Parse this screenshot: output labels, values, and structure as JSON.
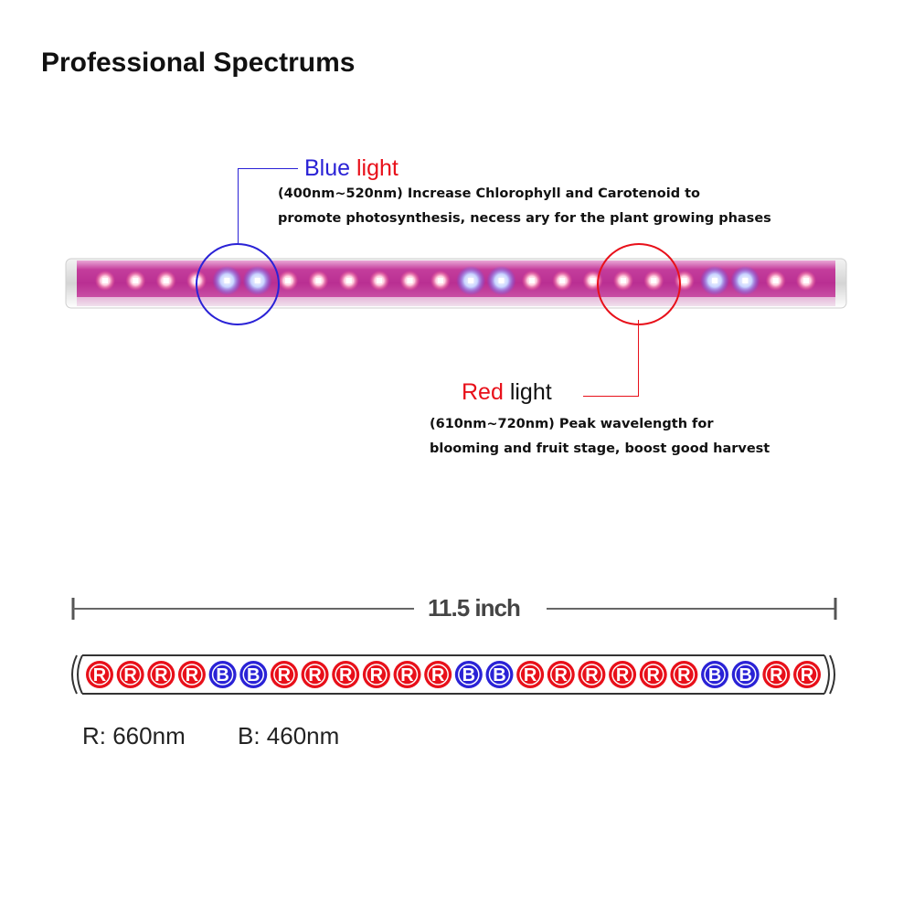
{
  "title": "Professional Spectrums",
  "blue_callout": {
    "word1": "Blue",
    "word2": "light",
    "line1": "(400nm~520nm) Increase Chlorophyll and Carotenoid to",
    "line2": "promote photosynthesis, necess ary for the plant growing phases"
  },
  "red_callout": {
    "word1": "Red",
    "word2": "light",
    "line1": "(610nm~720nm) Peak wavelength for",
    "line2": "blooming and fruit stage, boost good harvest"
  },
  "dimension": "11.5 inch",
  "led_sequence": [
    "R",
    "R",
    "R",
    "R",
    "B",
    "B",
    "R",
    "R",
    "R",
    "R",
    "R",
    "R",
    "B",
    "B",
    "R",
    "R",
    "R",
    "R",
    "R",
    "R",
    "B",
    "B",
    "R",
    "R"
  ],
  "legend": {
    "red": "R: 660nm",
    "blue": "B: 460nm"
  },
  "colors": {
    "blue": "#2a22d6",
    "red": "#e8101a",
    "lamp_pink": "#d44fa8"
  }
}
